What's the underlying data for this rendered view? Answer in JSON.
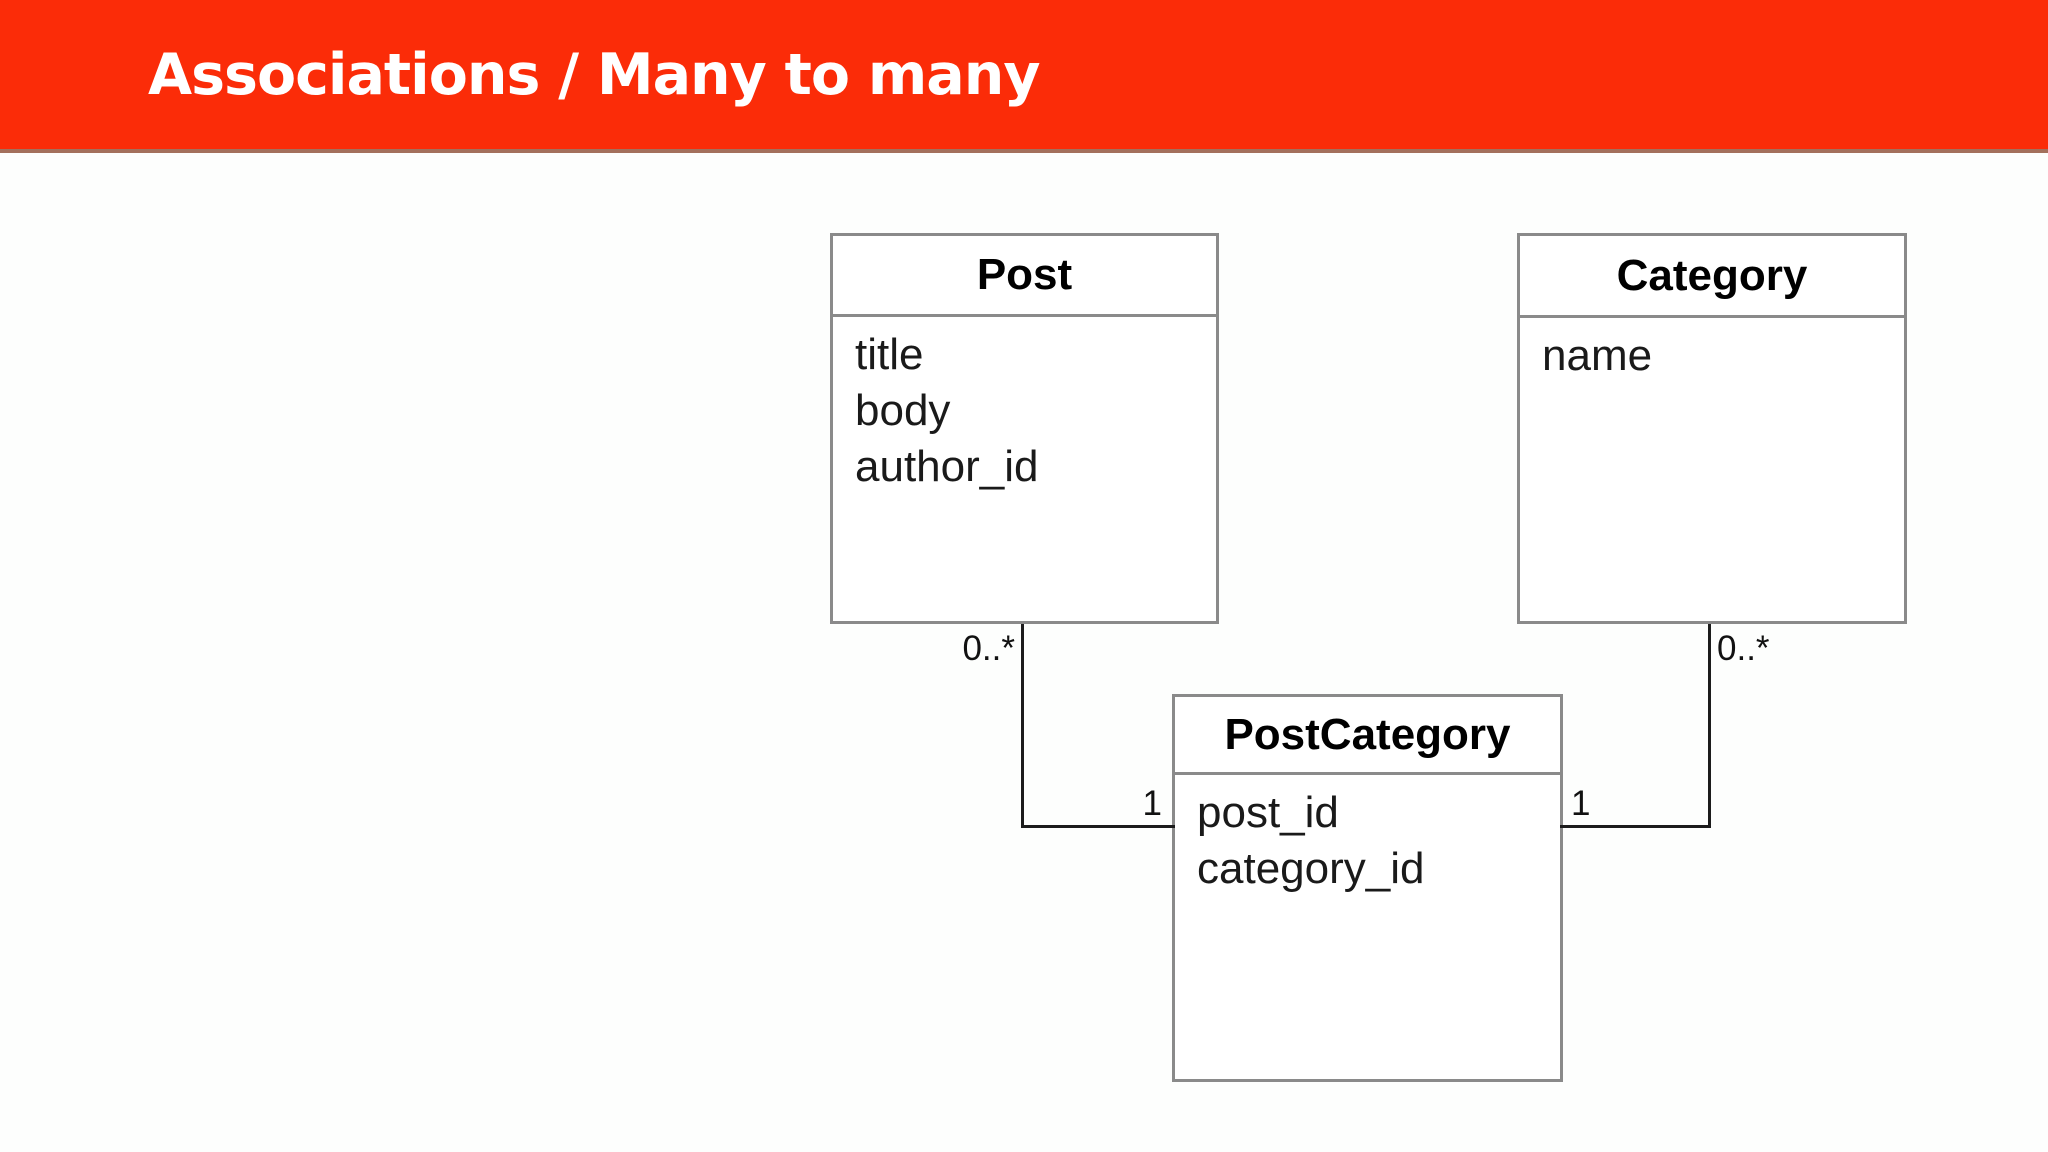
{
  "header": {
    "title": "Associations / Many to many",
    "background_color": "#fb2c08",
    "text_color": "#ffffff"
  },
  "diagram": {
    "type": "entity-association-diagram",
    "colors": {
      "box_border": "#8a8a8a",
      "connector": "#1c1c1c",
      "field_text": "#1a1a1a"
    },
    "entities": [
      {
        "name": "Post",
        "fields": [
          "title",
          "body",
          "author_id"
        ]
      },
      {
        "name": "Category",
        "fields": [
          "name"
        ]
      },
      {
        "name": "PostCategory",
        "fields": [
          "post_id",
          "category_id"
        ]
      }
    ],
    "associations": [
      {
        "from": "Post",
        "to": "PostCategory",
        "from_multiplicity": "0..*",
        "to_multiplicity": "1"
      },
      {
        "from": "Category",
        "to": "PostCategory",
        "from_multiplicity": "0..*",
        "to_multiplicity": "1"
      }
    ]
  }
}
